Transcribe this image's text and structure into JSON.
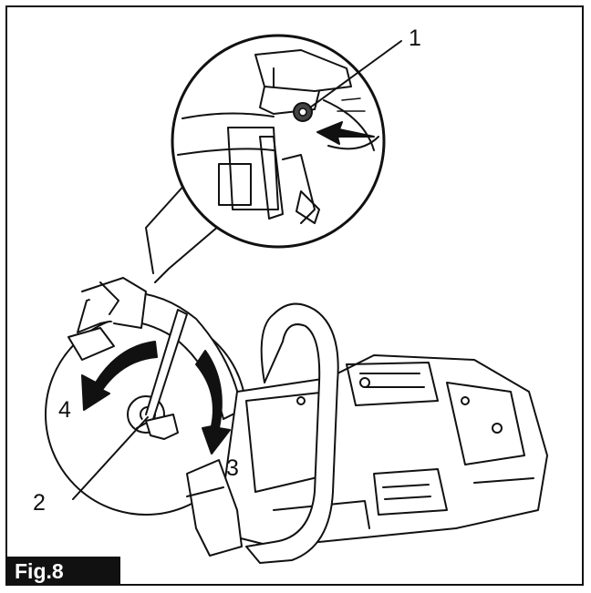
{
  "figure": {
    "label": "Fig.8",
    "callouts": [
      "1",
      "2",
      "3",
      "4"
    ]
  },
  "colors": {
    "ink": "#111111",
    "background": "#ffffff",
    "label_bg": "#111111",
    "label_text": "#ffffff"
  }
}
